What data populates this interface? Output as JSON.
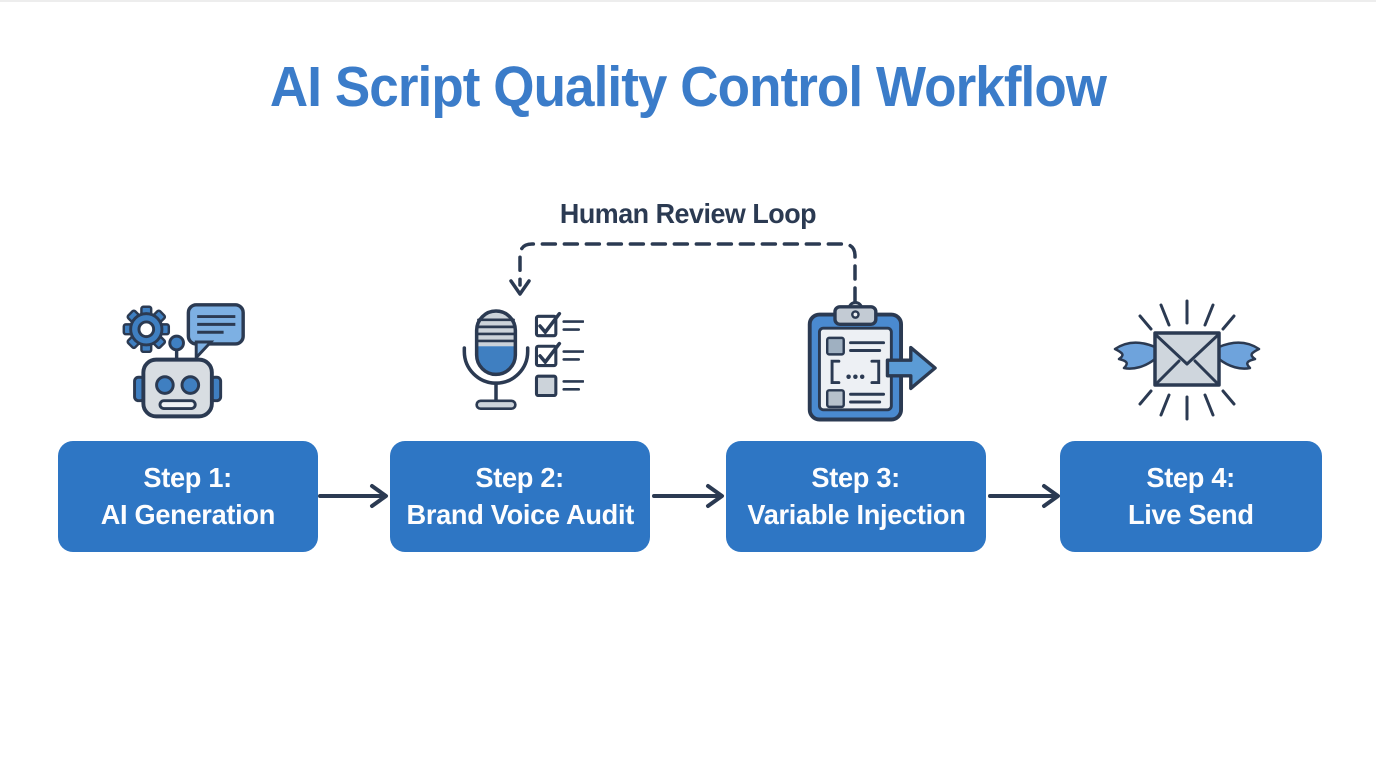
{
  "title": "AI Script Quality Control Workflow",
  "loop": {
    "label": "Human Review Loop"
  },
  "steps": [
    {
      "line1": "Step 1:",
      "line2": "AI Generation",
      "icon": "robot-chat-icon"
    },
    {
      "line1": "Step 2:",
      "line2": "Brand Voice Audit",
      "icon": "microphone-checklist-icon"
    },
    {
      "line1": "Step 3:",
      "line2": "Variable Injection",
      "icon": "clipboard-arrow-icon"
    },
    {
      "line1": "Step 4:",
      "line2": "Live Send",
      "icon": "winged-envelope-icon"
    }
  ],
  "colors": {
    "title_blue": "#3b7cc9",
    "box_blue": "#2e76c4",
    "outline_navy": "#2b3a52",
    "icon_blue": "#3f7fc1",
    "icon_light_blue": "#5b9bd5",
    "icon_gray": "#ccd3da",
    "background": "#ffffff",
    "box_text": "#fdfdfe"
  }
}
